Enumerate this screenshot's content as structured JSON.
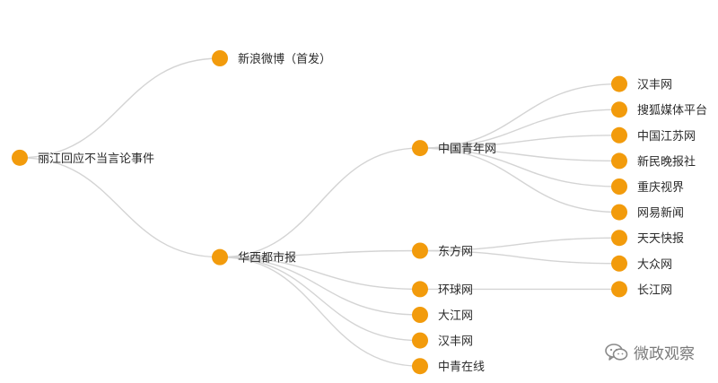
{
  "tree": {
    "label": "丽江回应不当言论事件",
    "children": [
      {
        "label": "新浪微博（首发）",
        "children": []
      },
      {
        "label": "华西都市报",
        "children": [
          {
            "label": "中国青年网",
            "children": [
              {
                "label": "汉丰网"
              },
              {
                "label": "搜狐媒体平台"
              },
              {
                "label": "中国江苏网"
              },
              {
                "label": "新民晚报社"
              },
              {
                "label": "重庆视界"
              },
              {
                "label": "网易新闻"
              }
            ]
          },
          {
            "label": "东方网",
            "children": [
              {
                "label": "天天快报"
              },
              {
                "label": "大众网"
              }
            ]
          },
          {
            "label": "环球网",
            "children": [
              {
                "label": "长江网"
              }
            ]
          },
          {
            "label": "大江网",
            "children": []
          },
          {
            "label": "汉丰网",
            "children": []
          },
          {
            "label": "中青在线",
            "children": []
          }
        ]
      }
    ]
  },
  "colors": {
    "node": "#f29b0c",
    "link": "#d4d4d4",
    "text": "#2b2b2b"
  },
  "watermark": {
    "icon": "wechat-icon",
    "text": "微政观察"
  }
}
